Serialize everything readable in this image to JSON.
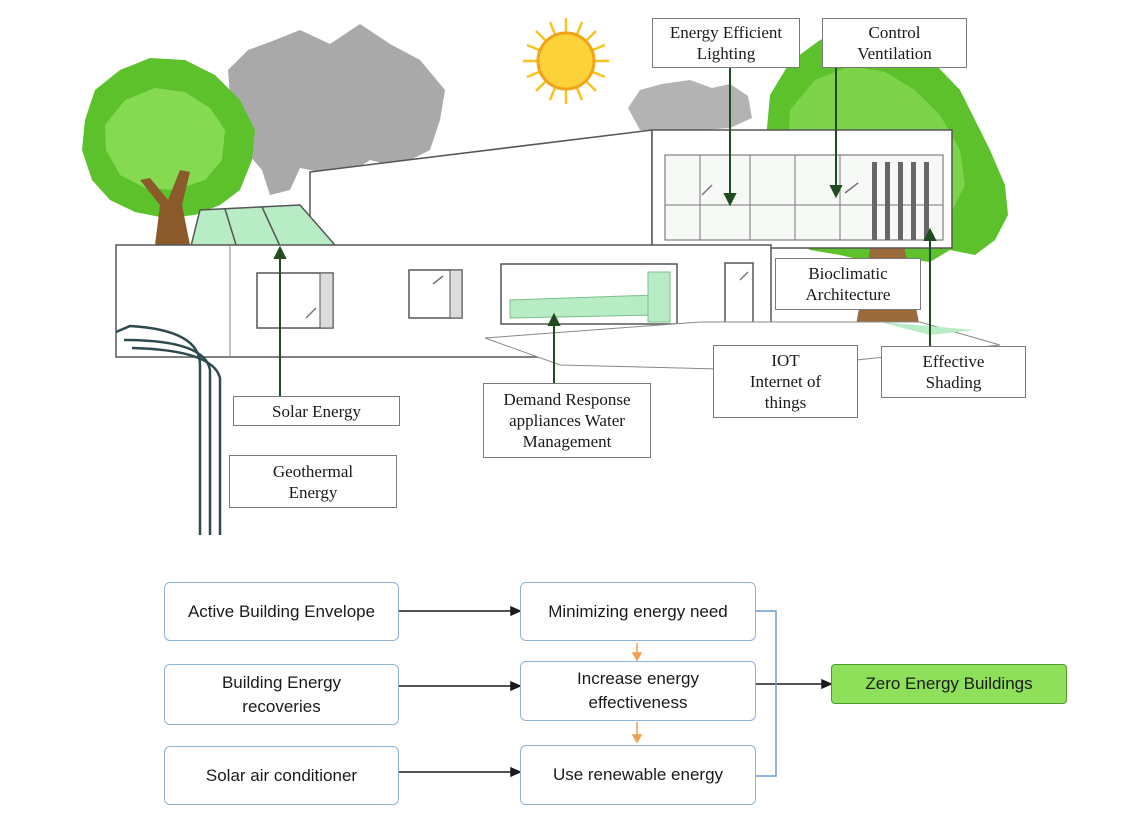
{
  "labels": {
    "energy_efficient_lighting": [
      "Energy Efficient",
      "Lighting"
    ],
    "control_ventilation": [
      "Control",
      "Ventilation"
    ],
    "bioclimatic_architecture": [
      "Bioclimatic",
      "Architecture"
    ],
    "iot": [
      "IOT",
      "Internet of",
      "things"
    ],
    "effective_shading": [
      "Effective",
      "Shading"
    ],
    "solar_energy": [
      "Solar Energy"
    ],
    "demand_response": [
      "Demand Response",
      "appliances Water",
      "Management"
    ],
    "geothermal_energy": [
      "Geothermal",
      "Energy"
    ]
  },
  "flow": {
    "left": [
      [
        "Active Building Envelope"
      ],
      [
        "Building Energy",
        "recoveries"
      ],
      [
        "Solar air conditioner"
      ]
    ],
    "middle": [
      [
        "Minimizing energy need"
      ],
      [
        "Increase energy",
        "effectiveness"
      ],
      [
        "Use renewable energy"
      ]
    ],
    "result": "Zero Energy Buildings"
  },
  "colors": {
    "box_border": "#8fb3d9",
    "result_fill": "#8ee05a",
    "tree_green": "#5cc12b",
    "glass_green": "#b8ecc4",
    "sun": "#f7c31c",
    "callout_line": "#1f4d1f",
    "small_arrow": "#f0a050"
  }
}
